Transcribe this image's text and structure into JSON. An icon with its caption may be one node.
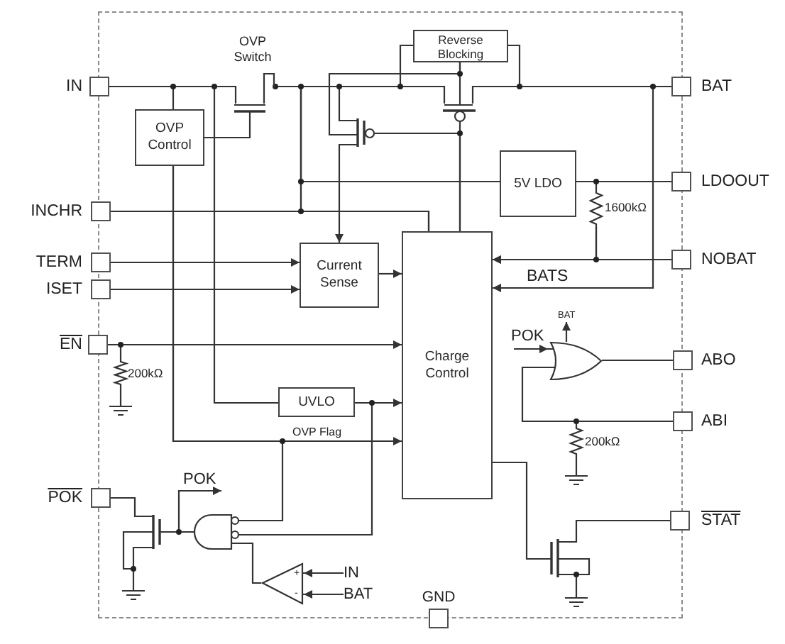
{
  "diagram": {
    "nodes": [
      {
        "text": [],
        "shape": "box",
        "beside": [
          "IN"
        ]
      },
      {
        "text": [],
        "shape": "transistor",
        "beside": [
          "OVP Switch"
        ]
      },
      {
        "text": [
          "Reverse Blocking"
        ]
      },
      {
        "text": [],
        "shape": "transistor"
      },
      {
        "text": [],
        "shape": "box",
        "beside": [
          "BAT"
        ]
      },
      {
        "text": [
          "OVP Control"
        ]
      },
      {
        "text": [],
        "shape": "transistor"
      },
      {
        "text": [
          "5V LDO"
        ]
      },
      {
        "text": [],
        "shape": "box",
        "beside": [
          "LDOOUT"
        ]
      },
      {
        "text": [],
        "shape": "resistor",
        "beside": [
          "1600kΩ"
        ]
      },
      {
        "text": [],
        "shape": "box",
        "beside": [
          "INCHR"
        ]
      },
      {
        "text": [
          "Charge Control"
        ]
      },
      {
        "text": [],
        "shape": "box",
        "beside": [
          "NOBAT"
        ]
      },
      {
        "text": [],
        "shape": "box",
        "beside": [
          "TERM"
        ]
      },
      {
        "text": [
          "Current Sense"
        ]
      },
      {
        "text": [],
        "shape": "box",
        "beside": [
          "ISET"
        ]
      },
      {
        "text": [],
        "shape": "box",
        "beside": [
          "EN"
        ]
      },
      {
        "text": [],
        "shape": "resistor",
        "beside": [
          "200kΩ"
        ]
      },
      {
        "text": [
          "BAT"
        ]
      },
      {
        "text": [],
        "shape": "gate"
      },
      {
        "text": [],
        "shape": "box",
        "beside": [
          "ABO"
        ]
      },
      {
        "text": [
          "UVLO"
        ]
      },
      {
        "text": [],
        "shape": "box",
        "beside": [
          "ABI"
        ]
      },
      {
        "text": [],
        "shape": "resistor",
        "beside": [
          "200kΩ"
        ]
      },
      {
        "text": [],
        "shape": "box",
        "beside": [
          "POK"
        ]
      },
      {
        "text": [],
        "shape": "gate"
      },
      {
        "text": [],
        "shape": "transistor"
      },
      {
        "text": [],
        "shape": "box",
        "beside": [
          "STAT"
        ]
      },
      {
        "text": [],
        "shape": "transistor"
      },
      {
        "text": [],
        "shape": "comparator"
      },
      {
        "text": [
          "IN"
        ]
      },
      {
        "text": [
          "BAT"
        ]
      },
      {
        "text": [],
        "shape": "box",
        "beside": [
          "GND"
        ]
      }
    ],
    "edges": [
      {
        "from": 0,
        "to": 1,
        "arrow": "none"
      },
      {
        "from": 0,
        "to": 5,
        "arrow": "none"
      },
      {
        "from": 0,
        "to": 21,
        "arrow": "none"
      },
      {
        "from": 5,
        "to": 1,
        "arrow": "none"
      },
      {
        "from": 1,
        "to": 3,
        "arrow": "none"
      },
      {
        "from": 1,
        "to": 2,
        "arrow": "none"
      },
      {
        "from": 1,
        "to": 6,
        "arrow": "none"
      },
      {
        "from": 1,
        "to": 7,
        "arrow": "none"
      },
      {
        "from": 1,
        "to": 10,
        "arrow": "none"
      },
      {
        "from": 10,
        "to": 11,
        "arrow": "none"
      },
      {
        "from": 1,
        "to": 11,
        "arrow": "none"
      },
      {
        "from": 2,
        "to": 4,
        "arrow": "none"
      },
      {
        "from": 2,
        "to": 3,
        "arrow": "none"
      },
      {
        "from": 2,
        "to": 6,
        "arrow": "none"
      },
      {
        "from": 3,
        "to": 4,
        "arrow": "none"
      },
      {
        "from": 11,
        "to": 3,
        "arrow": "none"
      },
      {
        "from": 11,
        "to": 6,
        "arrow": "none"
      },
      {
        "from": 6,
        "to": 14,
        "arrow": "to"
      },
      {
        "from": 7,
        "to": 8,
        "arrow": "none"
      },
      {
        "from": 7,
        "to": 9,
        "arrow": "none"
      },
      {
        "from": 9,
        "to": 12,
        "arrow": "none"
      },
      {
        "from": 9,
        "to": 11,
        "arrow": "to"
      },
      {
        "from": 12,
        "to": 11,
        "arrow": "to"
      },
      {
        "from": 4,
        "to": 11,
        "arrow": "to",
        "label": "BATS"
      },
      {
        "from": 13,
        "to": 14,
        "arrow": "to"
      },
      {
        "from": 15,
        "to": 14,
        "arrow": "to"
      },
      {
        "from": 14,
        "to": 11,
        "arrow": "to"
      },
      {
        "from": 16,
        "to": 11,
        "arrow": "to"
      },
      {
        "from": 16,
        "to": 17,
        "arrow": "none"
      },
      {
        "from": 5,
        "to": 11,
        "arrow": "to",
        "label": "OVP Flag"
      },
      {
        "from": 5,
        "to": 25,
        "arrow": "none"
      },
      {
        "from": 21,
        "to": 11,
        "arrow": "to"
      },
      {
        "from": 21,
        "to": 25,
        "arrow": "none"
      },
      {
        "from": null,
        "to": 19,
        "arrow": "to",
        "label": "POK"
      },
      {
        "from": 19,
        "to": 18,
        "arrow": "to"
      },
      {
        "from": 19,
        "to": 20,
        "arrow": "none"
      },
      {
        "from": 22,
        "to": 19,
        "arrow": "none"
      },
      {
        "from": 22,
        "to": 23,
        "arrow": "none"
      },
      {
        "from": 11,
        "to": 28,
        "arrow": "none"
      },
      {
        "from": 28,
        "to": 27,
        "arrow": "none"
      },
      {
        "from": 24,
        "to": 26,
        "arrow": "none"
      },
      {
        "from": 25,
        "to": 26,
        "arrow": "none"
      },
      {
        "from": 25,
        "to": null,
        "arrow": "to",
        "label": "POK"
      },
      {
        "from": 29,
        "to": 25,
        "arrow": "none"
      },
      {
        "from": 30,
        "to": 29,
        "arrow": "to"
      },
      {
        "from": 31,
        "to": 29,
        "arrow": "to"
      }
    ],
    "labels": [
      "+",
      "-"
    ]
  }
}
